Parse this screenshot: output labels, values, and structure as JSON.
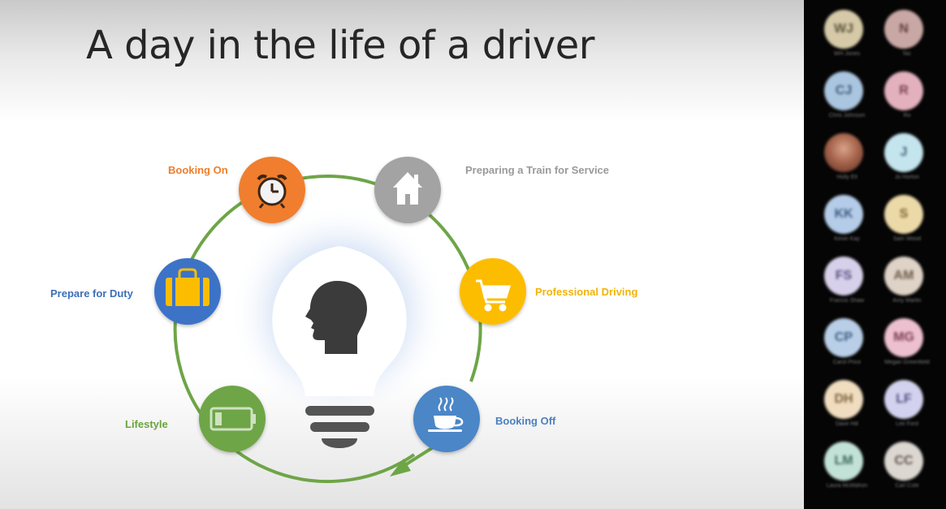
{
  "slide": {
    "title": "A day in the life of a driver",
    "ring_color": "#6ea547",
    "nodes": [
      {
        "label": "Booking On",
        "icon": "alarm-clock-icon",
        "color": "#f07e2e",
        "label_color": "#ef7f2a"
      },
      {
        "label": "Preparing a Train for Service",
        "icon": "home-icon",
        "color": "#a3a3a3",
        "label_color": "#9a9a9a"
      },
      {
        "label": "Professional Driving",
        "icon": "shopping-cart-icon",
        "color": "#fcbd05",
        "label_color": "#f2b407"
      },
      {
        "label": "Booking Off",
        "icon": "coffee-cup-icon",
        "color": "#4c86c7",
        "label_color": "#4a80bf"
      },
      {
        "label": "Lifestyle",
        "icon": "battery-icon",
        "color": "#6ea547",
        "label_color": "#6aa43a"
      },
      {
        "label": "Prepare for Duty",
        "icon": "briefcase-icon",
        "color": "#3e73c6",
        "label_color": "#3c6fb8"
      }
    ],
    "center_icon": "lightbulb-head-icon"
  },
  "participants": [
    {
      "initials": "WJ",
      "bg": "#d5c9a8",
      "fg": "#5a5238",
      "name": "WH Jones"
    },
    {
      "initials": "N",
      "bg": "#c9a7a4",
      "fg": "#5d3d3a",
      "name": "Nic"
    },
    {
      "initials": "CJ",
      "bg": "#aac5df",
      "fg": "#3d5a7a",
      "name": "Chris Johnson"
    },
    {
      "initials": "R",
      "bg": "#e2b1bd",
      "fg": "#7a3d4d",
      "name": "Ro"
    },
    {
      "initials": "",
      "bg": "#8a5a48",
      "fg": "#ffffff",
      "name": "Holly Ell"
    },
    {
      "initials": "J",
      "bg": "#c4e4ee",
      "fg": "#3d6a78",
      "name": "Jo Horton"
    },
    {
      "initials": "KK",
      "bg": "#b4cce8",
      "fg": "#3d5a80",
      "name": "Kevin Kay"
    },
    {
      "initials": "S",
      "bg": "#ecd9a8",
      "fg": "#7a6230",
      "name": "Sam Wood"
    },
    {
      "initials": "FS",
      "bg": "#d7d0ea",
      "fg": "#5a4d80",
      "name": "Francis Shaw"
    },
    {
      "initials": "AM",
      "bg": "#dfd2c6",
      "fg": "#6a5a4a",
      "name": "Amy Martin"
    },
    {
      "initials": "CP",
      "bg": "#b9cfe8",
      "fg": "#3d5a80",
      "name": "Carol Price"
    },
    {
      "initials": "MG",
      "bg": "#edc0cf",
      "fg": "#7a3d55",
      "name": "Megan Greenfield"
    },
    {
      "initials": "DH",
      "bg": "#f0ddc0",
      "fg": "#7a6038",
      "name": "Dave Hill"
    },
    {
      "initials": "LF",
      "bg": "#d2d2ee",
      "fg": "#4d4d80",
      "name": "Lee Ford"
    },
    {
      "initials": "LM",
      "bg": "#c3e2d7",
      "fg": "#3d6a5a",
      "name": "Laura McMahon"
    },
    {
      "initials": "CC",
      "bg": "#ddd7d1",
      "fg": "#5a5048",
      "name": "Carl Cole"
    }
  ]
}
